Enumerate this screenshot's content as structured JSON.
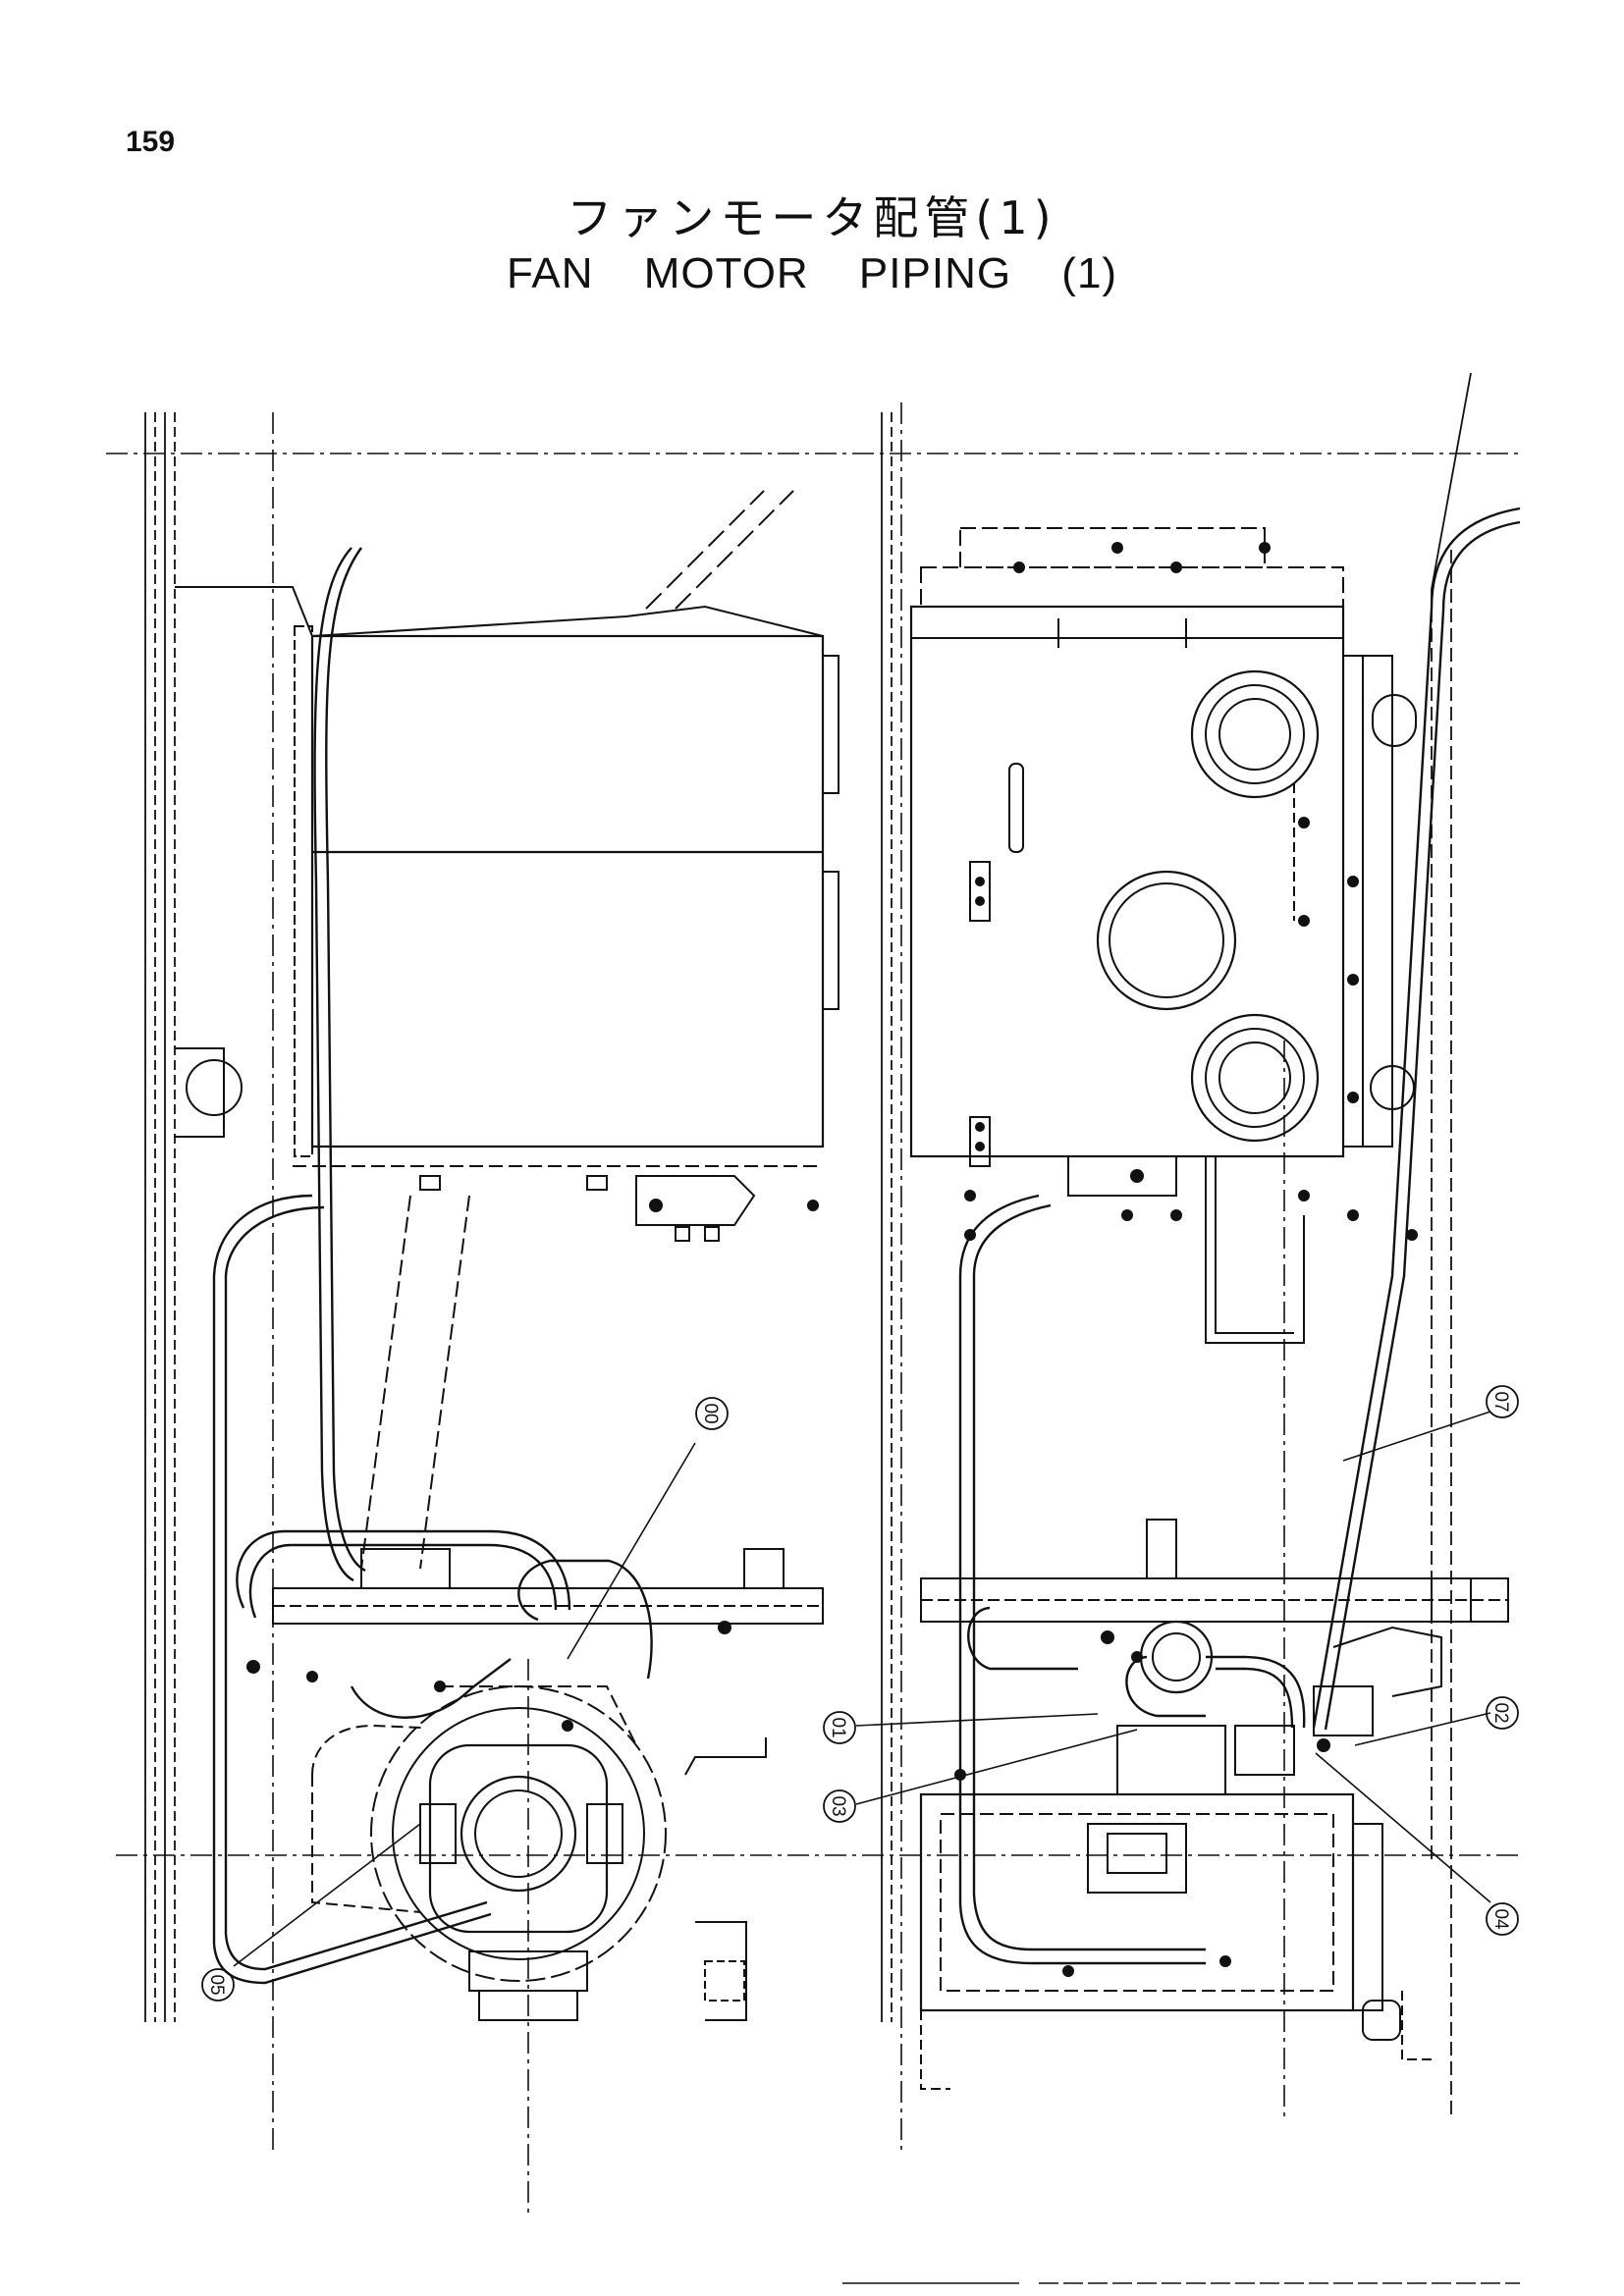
{
  "page": {
    "number": "159"
  },
  "title": {
    "japanese": "ファンモータ配管(1)",
    "english": "FAN MOTOR PIPING (1)"
  },
  "callouts": [
    {
      "id": "c00",
      "label": "00"
    },
    {
      "id": "c01",
      "label": "01"
    },
    {
      "id": "c02",
      "label": "02"
    },
    {
      "id": "c03",
      "label": "03"
    },
    {
      "id": "c04",
      "label": "04"
    },
    {
      "id": "c05",
      "label": "05"
    },
    {
      "id": "c07",
      "label": "07"
    }
  ]
}
